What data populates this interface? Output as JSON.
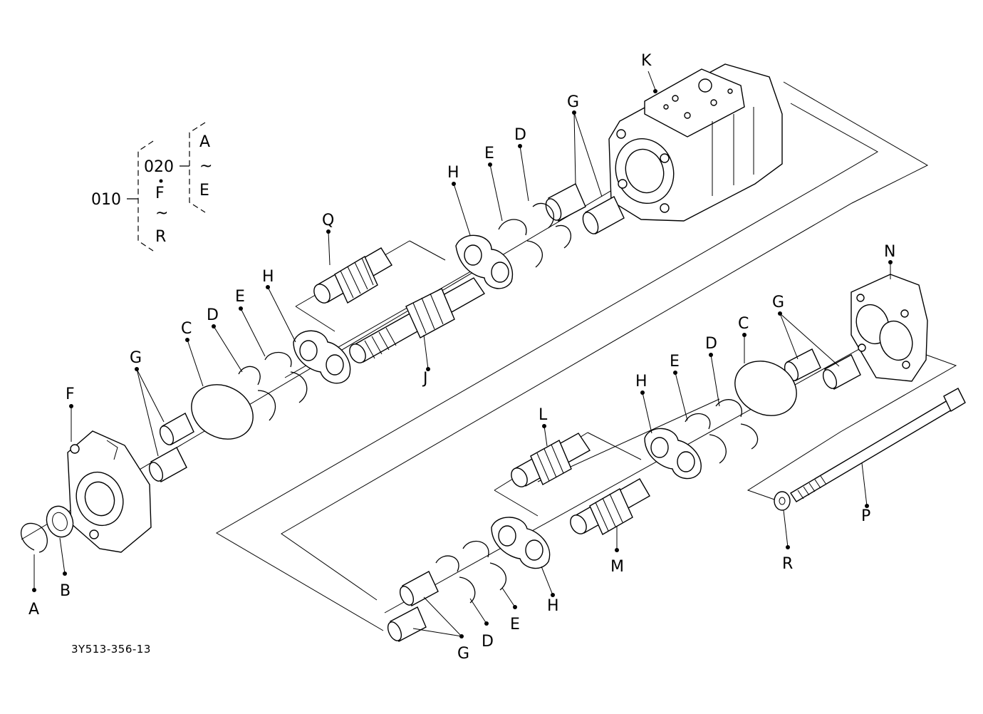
{
  "tree": {
    "root": "010",
    "sub": "020",
    "sub_from": "A",
    "sub_tilde": "~",
    "sub_to": "E",
    "root_from": "F",
    "root_tilde": "~",
    "root_to": "R"
  },
  "labels": {
    "A": "A",
    "B": "B",
    "C1": "C",
    "C2": "C",
    "D1": "D",
    "D2": "D",
    "D3": "D",
    "D4": "D",
    "E1": "E",
    "E2": "E",
    "E3": "E",
    "E4": "E",
    "F": "F",
    "G1": "G",
    "G2": "G",
    "G3": "G",
    "G4": "G",
    "H1": "H",
    "H2": "H",
    "H3": "H",
    "H4": "H",
    "J": "J",
    "K": "K",
    "L": "L",
    "M": "M",
    "N": "N",
    "P": "P",
    "Q": "Q",
    "R": "R"
  },
  "drawing_number": "3Y513-356-13"
}
